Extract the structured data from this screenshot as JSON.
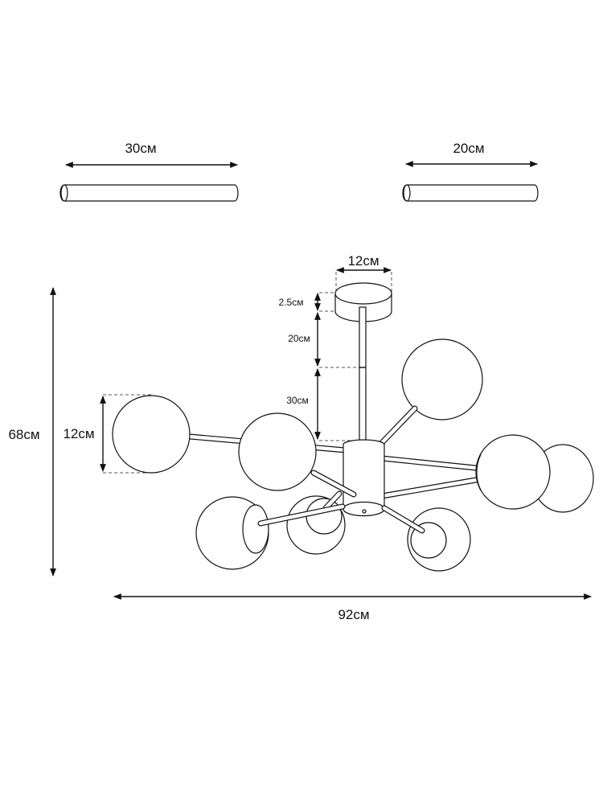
{
  "dimensions": {
    "rod_long": "30см",
    "rod_short": "20см",
    "canopy_width": "12см",
    "canopy_height": "2.5см",
    "rod_upper": "20см",
    "rod_lower": "30см",
    "globe_diameter": "12см",
    "total_height": "68см",
    "total_width": "92см"
  },
  "colors": {
    "line": "#111111",
    "background": "#ffffff"
  }
}
